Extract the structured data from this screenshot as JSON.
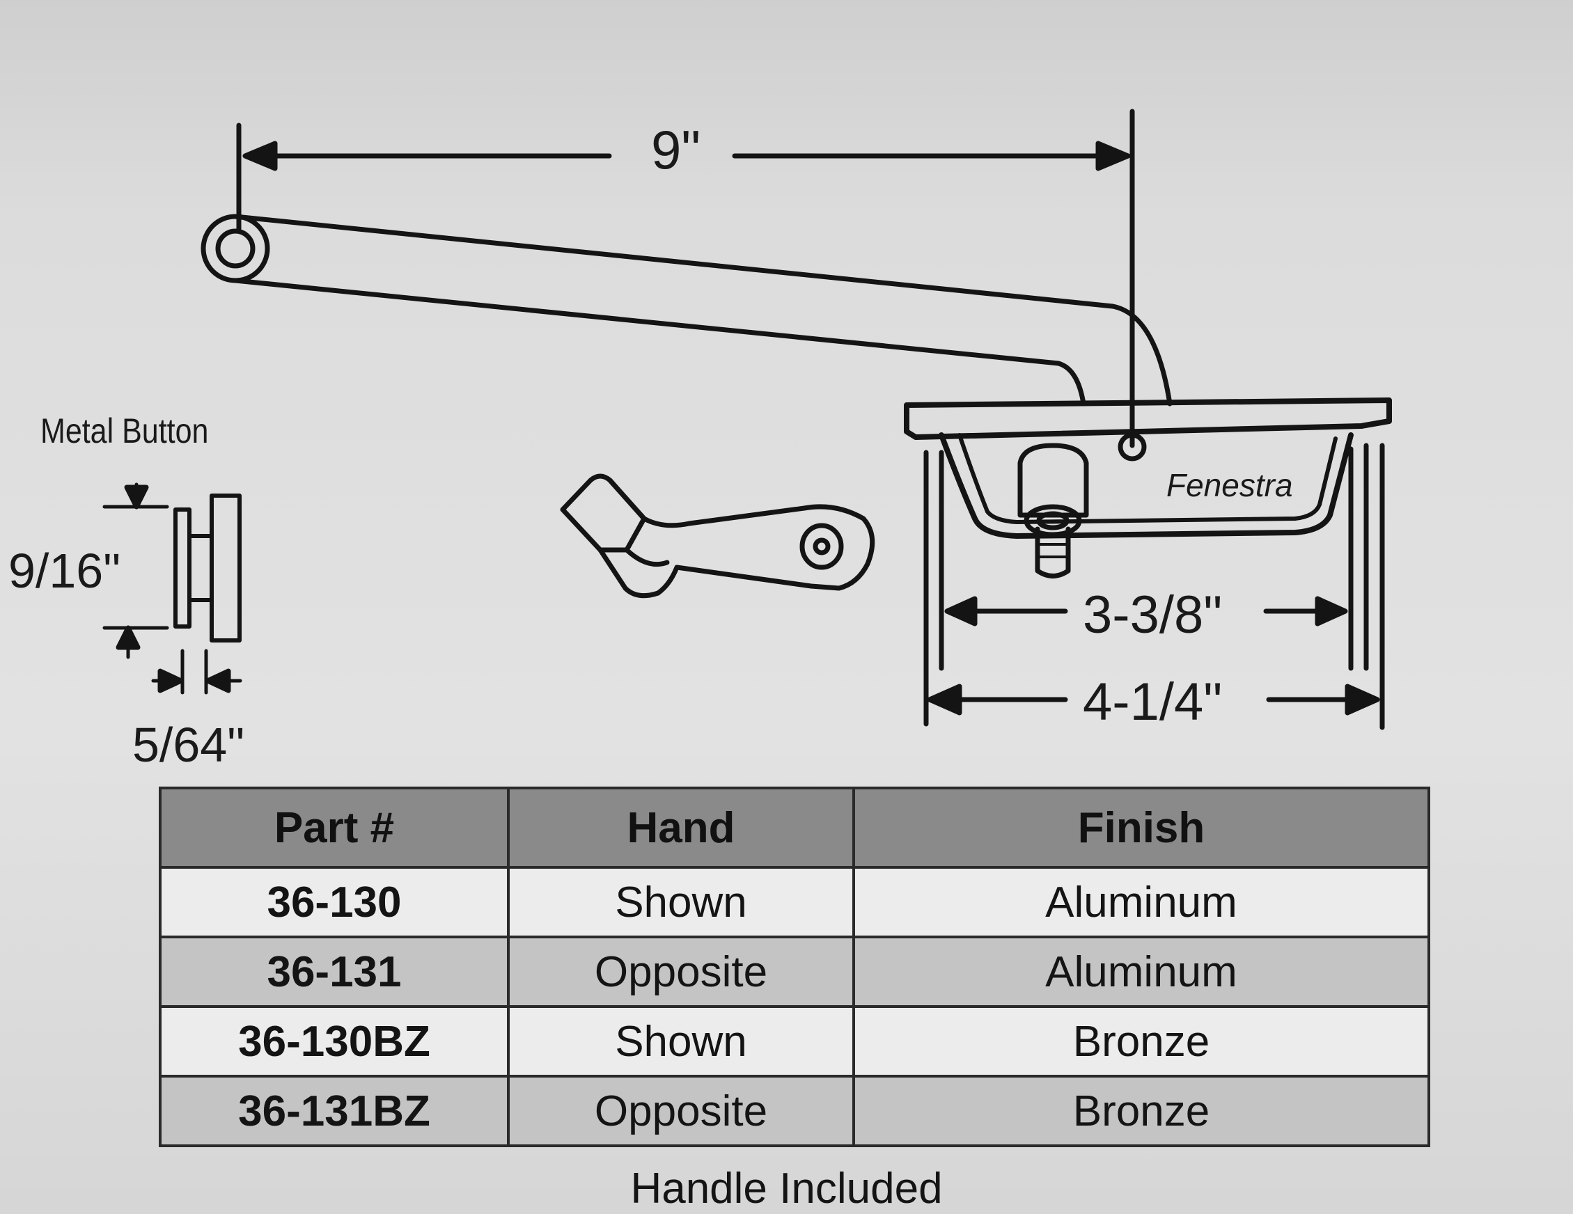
{
  "dimensions": {
    "arm_length": "9\"",
    "button_height": "9/16\"",
    "button_thickness": "5/64\"",
    "base_inner_width": "3-3/8\"",
    "base_outer_width": "4-1/4\""
  },
  "labels": {
    "metal_button": "Metal Button",
    "brand": "Fenestra"
  },
  "table": {
    "headers": [
      "Part #",
      "Hand",
      "Finish"
    ],
    "rows": [
      {
        "part": "36-130",
        "hand": "Shown",
        "finish": "Aluminum"
      },
      {
        "part": "36-131",
        "hand": "Opposite",
        "finish": "Aluminum"
      },
      {
        "part": "36-130BZ",
        "hand": "Shown",
        "finish": "Bronze"
      },
      {
        "part": "36-131BZ",
        "hand": "Opposite",
        "finish": "Bronze"
      }
    ]
  },
  "caption": "Handle Included",
  "colors": {
    "ink": "#141414",
    "header_fill": "#8a8a8a",
    "row_light": "#ececec",
    "row_dark": "#c4c4c4"
  }
}
